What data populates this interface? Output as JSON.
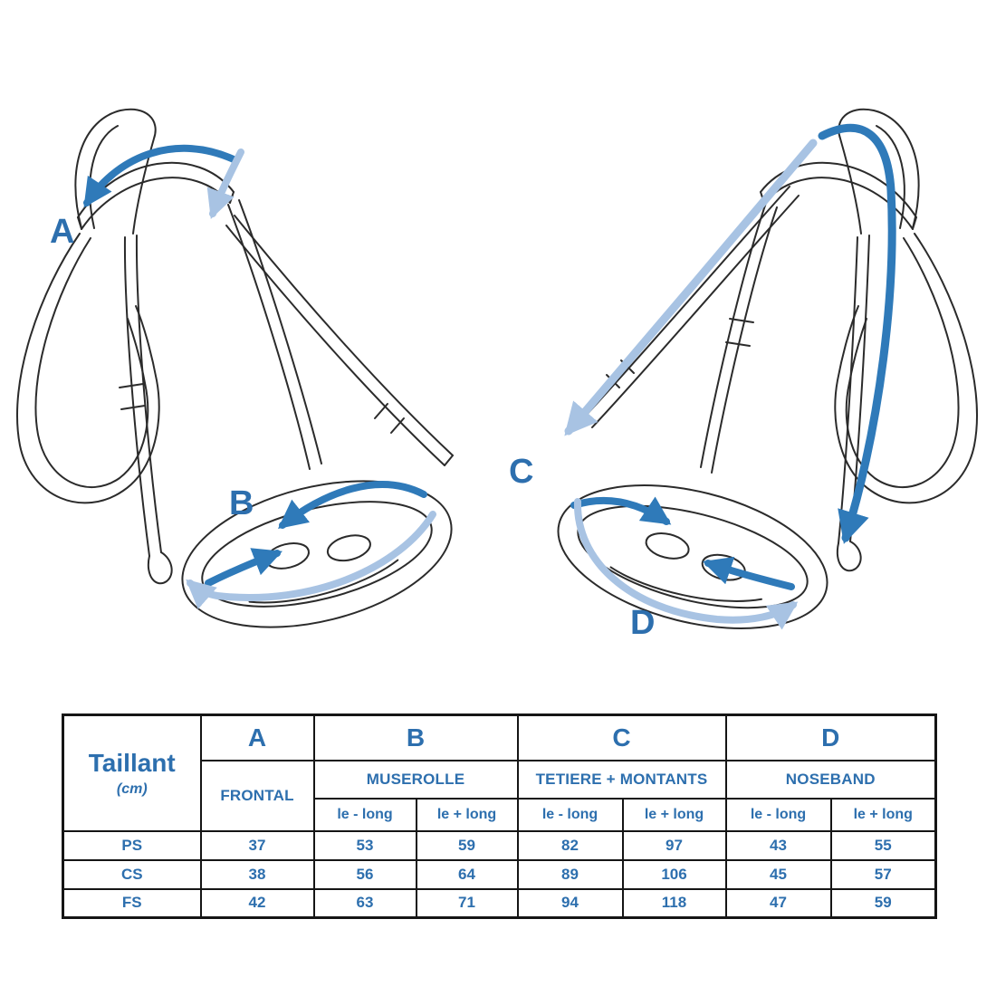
{
  "diagram": {
    "labels": {
      "a": "A",
      "b": "B",
      "c": "C",
      "d": "D"
    },
    "colors": {
      "arrow_dark": "#2f7ab9",
      "arrow_light": "#a8c3e3",
      "outline": "#2b2b2b",
      "label_blue": "#2d6fae"
    }
  },
  "table": {
    "corner": {
      "line1": "Taillant",
      "line2": "(cm)"
    },
    "columns": [
      {
        "letter": "A",
        "name": "FRONTAL"
      },
      {
        "letter": "B",
        "name": "MUSEROLLE",
        "subcols": [
          "le - long",
          "le + long"
        ]
      },
      {
        "letter": "C",
        "name": "TETIERE + MONTANTS",
        "subcols": [
          "le - long",
          "le + long"
        ]
      },
      {
        "letter": "D",
        "name": "NOSEBAND",
        "subcols": [
          "le - long",
          "le + long"
        ]
      }
    ],
    "rows": [
      {
        "size": "PS",
        "values": [
          "37",
          "53",
          "59",
          "82",
          "97",
          "43",
          "55"
        ]
      },
      {
        "size": "CS",
        "values": [
          "38",
          "56",
          "64",
          "89",
          "106",
          "45",
          "57"
        ]
      },
      {
        "size": "FS",
        "values": [
          "42",
          "63",
          "71",
          "94",
          "118",
          "47",
          "59"
        ]
      }
    ]
  }
}
